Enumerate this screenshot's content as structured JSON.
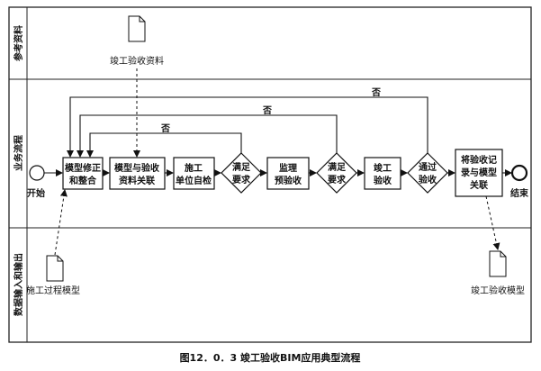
{
  "lanes": {
    "reference": "参考资料",
    "business": "业务流程",
    "data_io": "数据输入和输出"
  },
  "documents": {
    "completion_acceptance_data": "竣工验收资料",
    "construction_process_model": "施工过程模型",
    "completion_acceptance_model": "竣工验收模型"
  },
  "events": {
    "start": "开始",
    "end": "结束"
  },
  "steps": {
    "model_revise_1": "模型修正",
    "model_revise_2": "和整合",
    "model_link_1": "模型与验收",
    "model_link_2": "资料关联",
    "construction_1": "施工",
    "construction_2": "单位自检",
    "meet_req_a_1": "满足",
    "meet_req_a_2": "要求",
    "supervision_1": "监理",
    "supervision_2": "预验收",
    "meet_req_b_1": "满足",
    "meet_req_b_2": "要求",
    "completion_1": "竣工",
    "completion_2": "验收",
    "pass_1": "通过",
    "pass_2": "验收",
    "record_link_1": "将验收记",
    "record_link_2": "录与模型",
    "record_link_3": "关联"
  },
  "loop_labels": {
    "no_top": "否",
    "no_mid": "否",
    "no_low": "否"
  },
  "caption": "图12．0．3 竣工验收BIM应用典型流程"
}
